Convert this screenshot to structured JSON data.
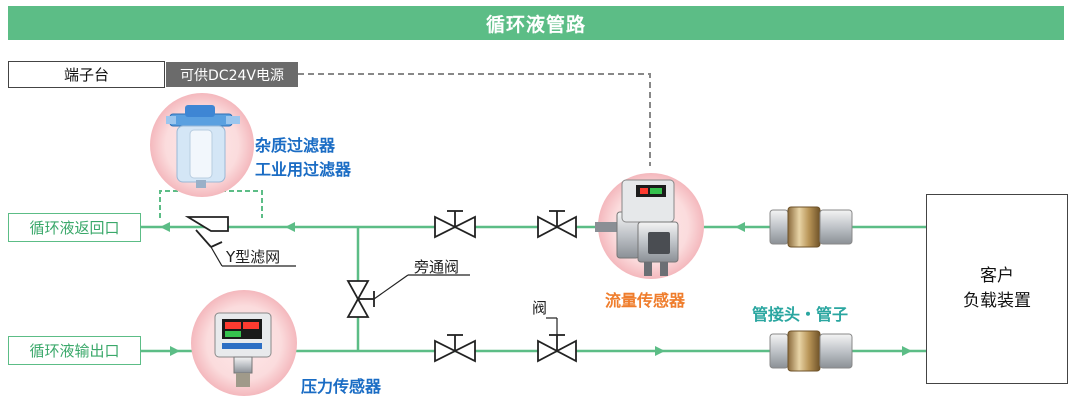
{
  "header": {
    "title": "循环液管路"
  },
  "terminal": {
    "label": "端子台",
    "power_note": "可供DC24V电源"
  },
  "ports": {
    "return": "循环液返回口",
    "outlet": "循环液输出口"
  },
  "components": {
    "particle_filter": [
      "杂质过滤器",
      "工业用过滤器"
    ],
    "y_strainer": "Y型滤网",
    "bypass_valve": "旁通阀",
    "valve": "阀",
    "flow_sensor": "流量传感器",
    "fittings": "管接头・管子",
    "pressure_sensor": "压力传感器"
  },
  "customer": {
    "line1": "客户",
    "line2": "负载装置"
  },
  "colors": {
    "accent_green": "#5cbd86",
    "label_blue": "#1a6cc4",
    "label_orange": "#ef7d2c",
    "label_teal": "#2aa6a0",
    "highlight_pink": "#f7c9cc"
  }
}
